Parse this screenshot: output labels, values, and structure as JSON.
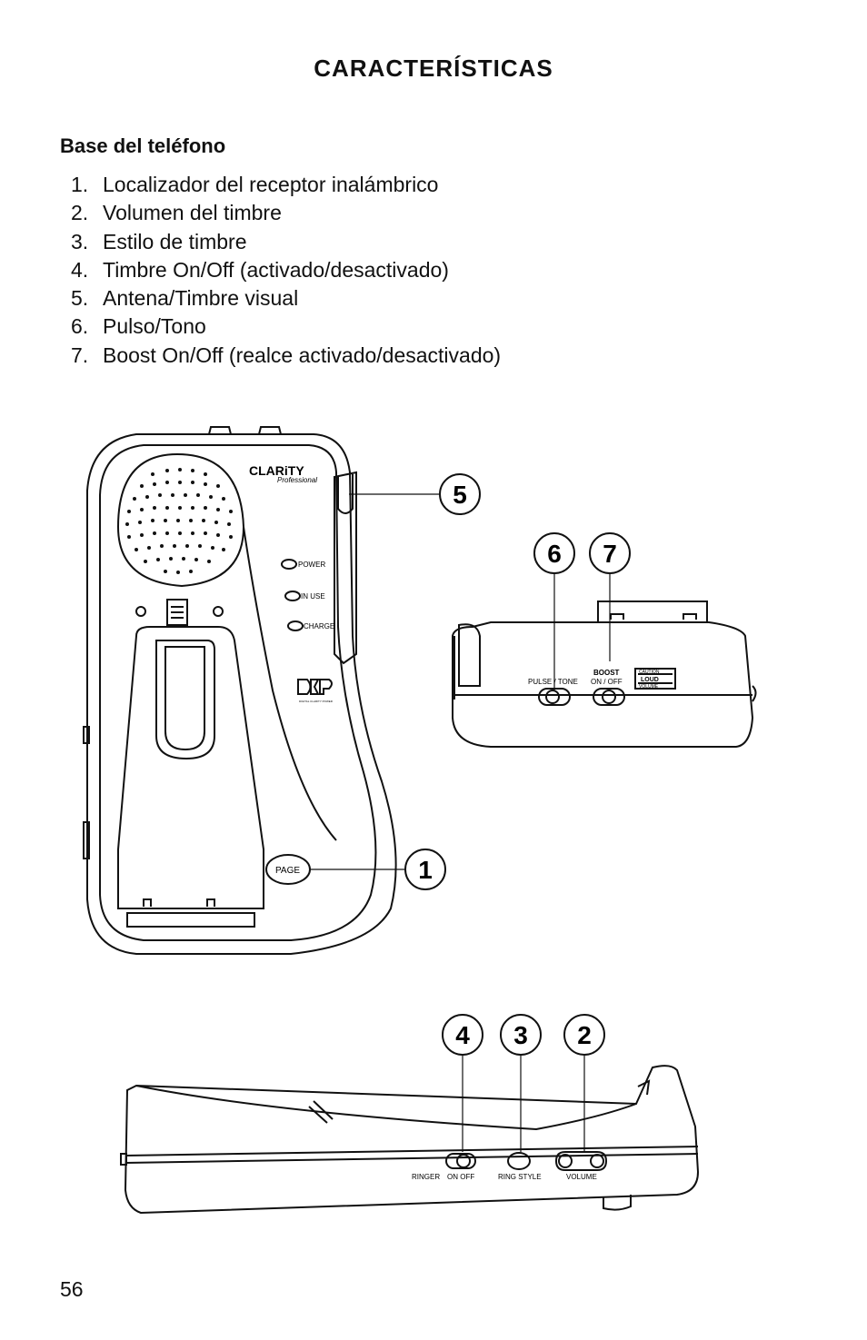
{
  "header": {
    "title": "CARACTERÍSTICAS"
  },
  "section": {
    "subtitle": "Base del teléfono"
  },
  "features": [
    {
      "num": "1.",
      "text": "Localizador del receptor inalámbrico"
    },
    {
      "num": "2.",
      "text": "Volumen del timbre"
    },
    {
      "num": "3.",
      "text": "Estilo de timbre"
    },
    {
      "num": "4.",
      "text": "Timbre On/Off (activado/desactivado)"
    },
    {
      "num": "5.",
      "text": "Antena/Timbre visual"
    },
    {
      "num": "6.",
      "text": "Pulso/Tono"
    },
    {
      "num": "7.",
      "text": "Boost On/Off (realce activado/desactivado)"
    }
  ],
  "figure": {
    "brand": "CLARiTY",
    "brand_sub": "Professional",
    "indicators": [
      "POWER",
      "IN USE",
      "CHARGE"
    ],
    "page_button": "PAGE",
    "dcp_small": "DIGITAL CLARITY POWER",
    "side_labels": {
      "pulse_tone": "PULSE / TONE",
      "boost": "BOOST",
      "boost_onoff": "ON / OFF",
      "caution": "CAUTION",
      "loud": "LOUD",
      "volume_small": "VOLUME"
    },
    "bottom_labels": {
      "ringer": "RINGER",
      "on_off": "ON  OFF",
      "ring_style": "RING STYLE",
      "volume": "VOLUME"
    },
    "callouts": {
      "c1": "1",
      "c2": "2",
      "c3": "3",
      "c4": "4",
      "c5": "5",
      "c6": "6",
      "c7": "7"
    }
  },
  "footer": {
    "page_number": "56"
  }
}
